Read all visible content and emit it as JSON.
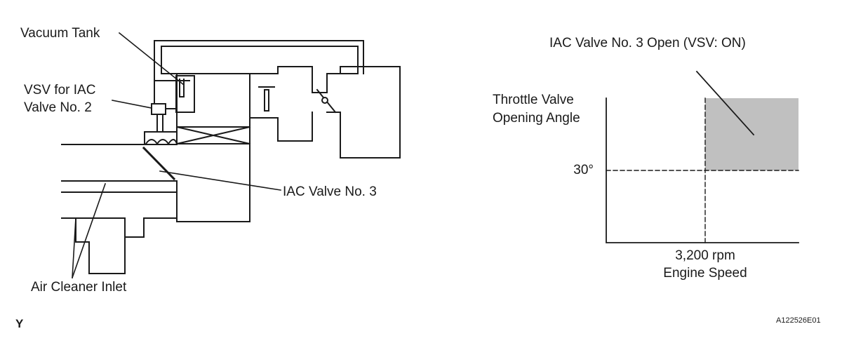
{
  "diagram": {
    "labels": {
      "vacuum_tank": "Vacuum Tank",
      "vsv_line1": "VSV for IAC",
      "vsv_line2": "Valve No. 2",
      "iac_valve_no3": "IAC Valve No. 3",
      "air_cleaner_inlet": "Air Cleaner Inlet"
    }
  },
  "graph": {
    "callout": "IAC Valve No. 3 Open (VSV: ON)",
    "ylabel_line1": "Throttle Valve",
    "ylabel_line2": "Opening Angle",
    "y_threshold_label": "30°",
    "x_threshold_label": "3,200 rpm",
    "xlabel": "Engine Speed",
    "shade_color": "#c0c0c0"
  },
  "footer": {
    "corner_letter": "Y",
    "figure_id": "A122526E01"
  }
}
